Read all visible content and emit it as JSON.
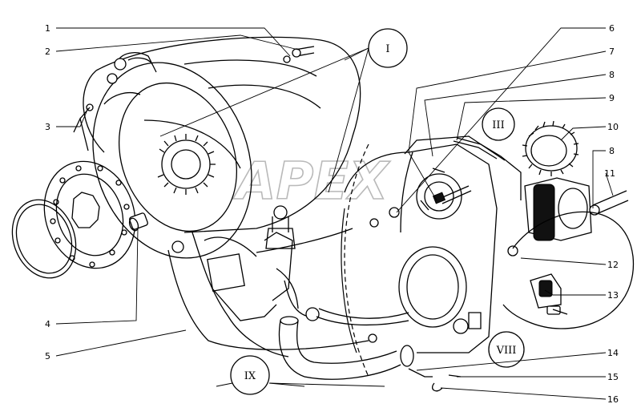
{
  "callouts": {
    "c1": "1",
    "c2": "2",
    "c3": "3",
    "c4": "4",
    "c5": "5",
    "c6": "6",
    "c7": "7",
    "c8": "8",
    "c9": "9",
    "c10": "10",
    "c8b": "8",
    "c11": "11",
    "c12": "12",
    "c13": "13",
    "c14": "14",
    "c15": "15",
    "c16": "16"
  },
  "views": {
    "v1": "I",
    "v3": "III",
    "v8": "VIII",
    "v9": "IX"
  },
  "watermark": "APEX",
  "colors": {
    "ink": "#000000",
    "watermark": "#b9b9b9",
    "background": "#ffffff"
  }
}
